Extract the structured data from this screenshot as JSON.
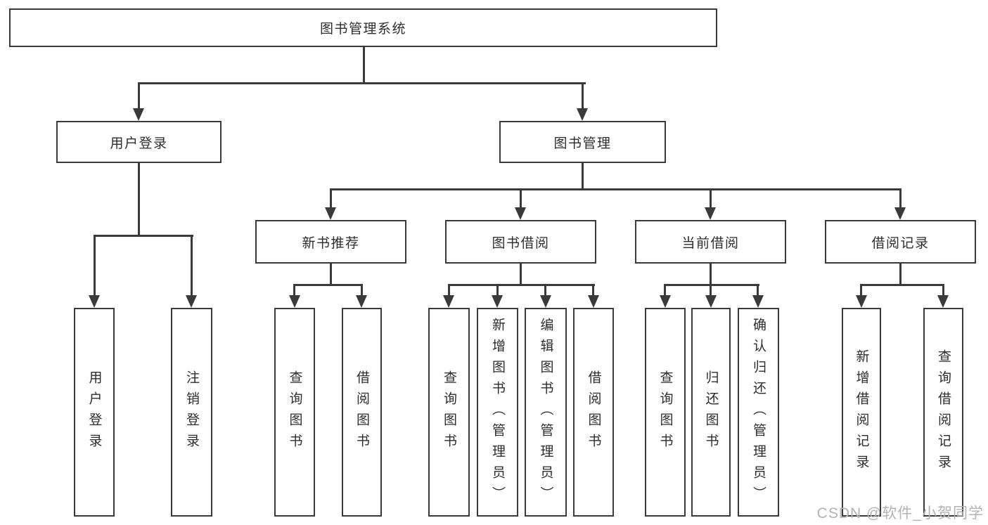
{
  "diagram_title": "图书管理系统",
  "watermark": "CSDN @软件_小贺同学",
  "colors": {
    "background": "#ffffff",
    "box_border": "#3a3a3a",
    "connector_line": "#3a3a3a",
    "text": "#2d2d2d",
    "watermark_text": "#b3b3b3"
  },
  "nodes": {
    "root": "图书管理系统",
    "user_login": "用户登录",
    "book_mgmt": "图书管理",
    "new_book_rec": "新书推荐",
    "book_borrow": "图书借阅",
    "current_borrow": "当前借阅",
    "borrow_record": "借阅记录",
    "leaf_user_login": "用户登录",
    "leaf_logout": "注销登录",
    "nbr_query_books": "查询图书",
    "nbr_borrow_books": "借阅图书",
    "bb_query_books": "查询图书",
    "bb_add_books": "新增图书（管理员）",
    "bb_edit_books": "编辑图书（管理员）",
    "bb_borrow_books": "借阅图书",
    "cb_query_books": "查询图书",
    "cb_return_books": "归还图书",
    "cb_confirm_return": "确认归还（管理员）",
    "br_add_record": "新增借阅记录",
    "br_query_record": "查询借阅记录"
  }
}
